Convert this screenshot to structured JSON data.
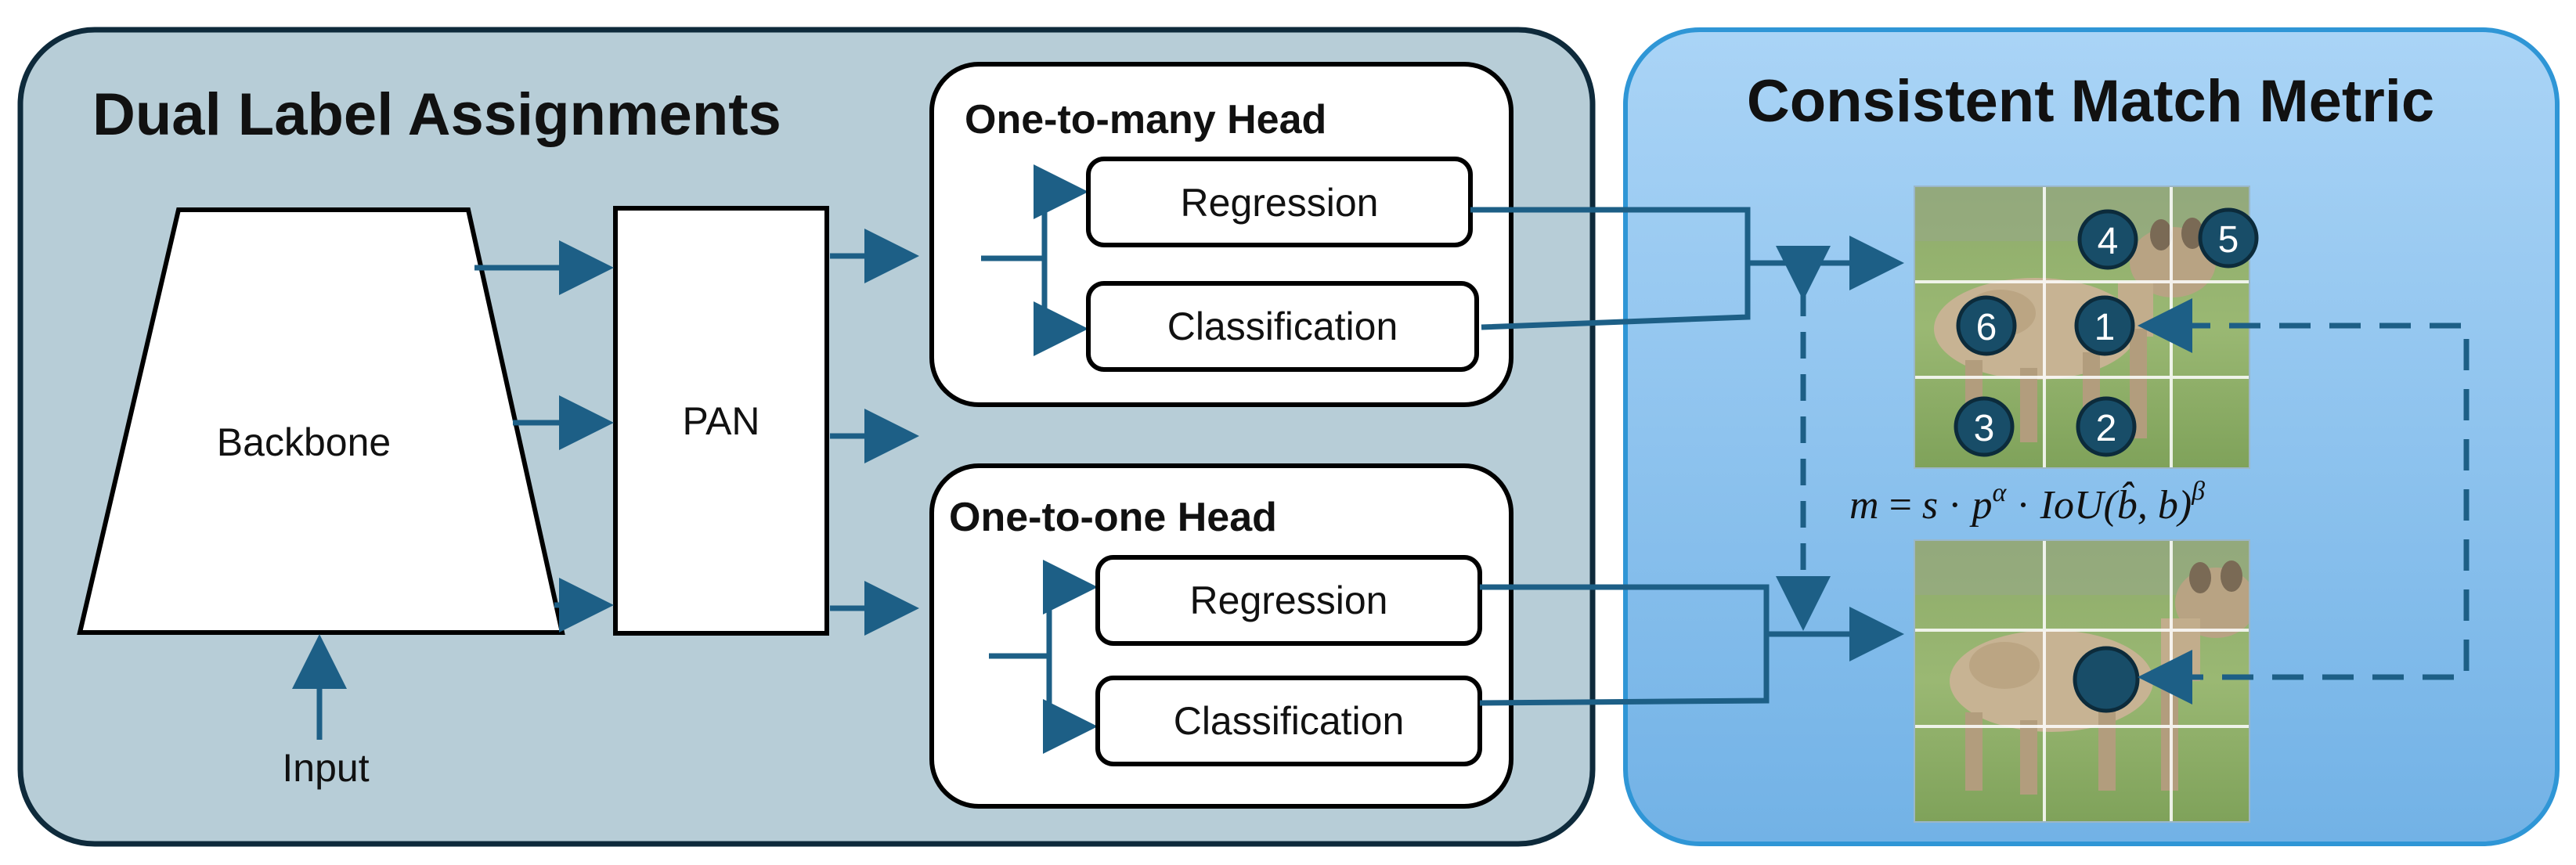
{
  "left_panel": {
    "title": "Dual Label Assignments",
    "backbone_label": "Backbone",
    "pan_label": "PAN",
    "input_label": "Input",
    "one_to_many_head": {
      "title": "One-to-many Head",
      "regression_label": "Regression",
      "classification_label": "Classification"
    },
    "one_to_one_head": {
      "title": "One-to-one Head",
      "regression_label": "Regression",
      "classification_label": "Classification"
    }
  },
  "right_panel": {
    "title": "Consistent Match Metric",
    "top_image_anchors": [
      "4",
      "5",
      "6",
      "1",
      "3",
      "2"
    ],
    "bottom_image_anchor": "",
    "formula": {
      "lhs": "m",
      "eq": " = ",
      "s": "s",
      "dot": " · ",
      "p": "p",
      "alpha": "α",
      "iou": "IoU(",
      "bhat": "b̂",
      "comma_b": ", b)",
      "beta": "β"
    }
  },
  "colors": {
    "left_bg": "#b7cdd7",
    "left_border": "#0e2a3b",
    "right_bg_top": "#a9d3f5",
    "right_bg_bottom": "#79b7e8",
    "right_border": "#2f96d6",
    "arrow": "#1d5f86",
    "circle_fill": "#184d68",
    "text_dark": "#111111"
  }
}
